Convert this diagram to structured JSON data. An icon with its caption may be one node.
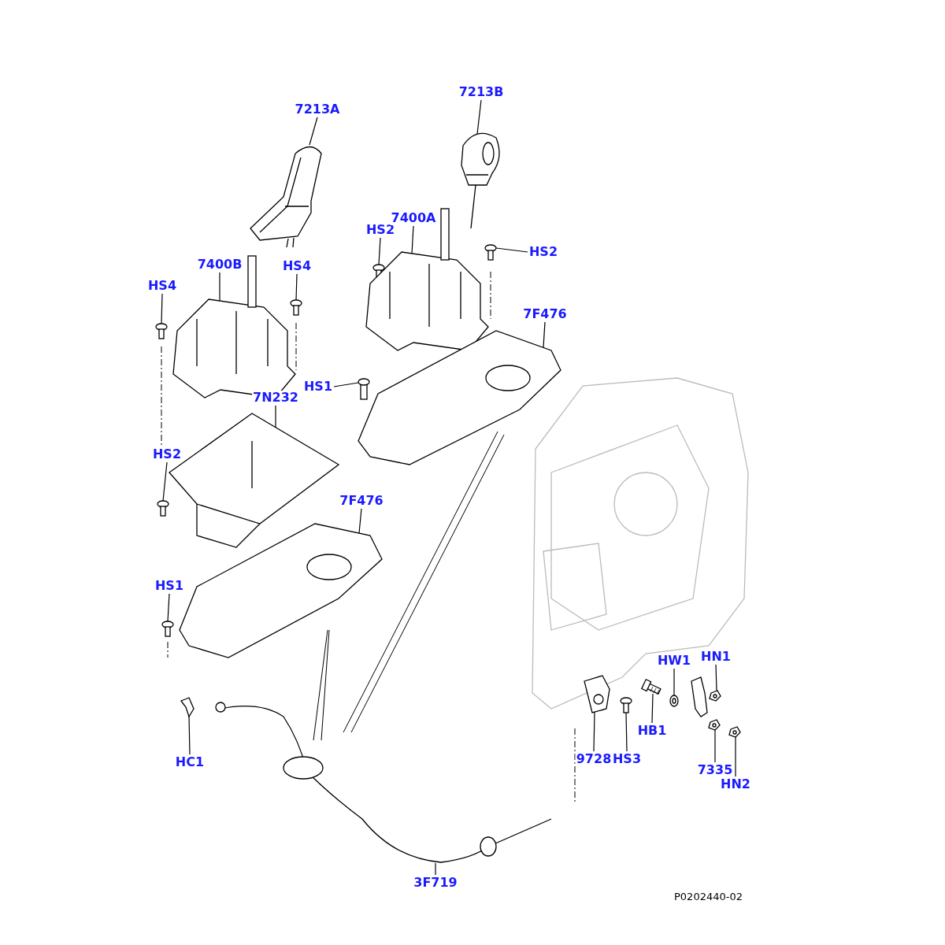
{
  "diagram": {
    "nodes": [
      {
        "text": [
          "7213A"
        ]
      },
      {
        "text": [
          "7213B"
        ]
      },
      {
        "text": [
          "HS2"
        ]
      },
      {
        "text": [
          "7400A"
        ]
      },
      {
        "text": [
          "HS2"
        ]
      },
      {
        "text": [
          "7400B"
        ]
      },
      {
        "text": [
          "HS4"
        ]
      },
      {
        "text": [
          "HS4"
        ]
      },
      {
        "text": [
          "7F476"
        ]
      },
      {
        "text": [
          "HS1"
        ]
      },
      {
        "text": [
          "7N232"
        ]
      },
      {
        "text": [
          "HS2"
        ]
      },
      {
        "text": [
          "7F476"
        ]
      },
      {
        "text": [
          "HS1"
        ]
      },
      {
        "text": [
          "HC1"
        ]
      },
      {
        "text": [
          "3F719"
        ]
      },
      {
        "text": [
          "9728"
        ]
      },
      {
        "text": [
          "HS3"
        ]
      },
      {
        "text": [
          "HB1"
        ]
      },
      {
        "text": [
          "HW1"
        ]
      },
      {
        "text": [
          "HN1"
        ]
      },
      {
        "text": [
          "7335"
        ]
      },
      {
        "text": [
          "HN2"
        ]
      },
      {
        "text": [],
        "shape": "picture"
      },
      {
        "text": [],
        "shape": "picture"
      },
      {
        "text": [],
        "shape": "picture"
      },
      {
        "text": [],
        "shape": "picture"
      },
      {
        "text": [],
        "shape": "picture"
      },
      {
        "text": [],
        "shape": "picture"
      },
      {
        "text": [],
        "shape": "picture"
      },
      {
        "text": [],
        "shape": "picture"
      },
      {
        "text": [],
        "shape": "picture"
      },
      {
        "text": [],
        "shape": "picture"
      },
      {
        "text": [],
        "shape": "picture"
      },
      {
        "text": [],
        "shape": "picture"
      },
      {
        "text": [],
        "shape": "picture"
      },
      {
        "text": [],
        "shape": "picture"
      },
      {
        "text": [],
        "shape": "picture"
      },
      {
        "text": [],
        "shape": "picture"
      },
      {
        "text": [],
        "shape": "picture"
      },
      {
        "text": [],
        "shape": "picture"
      },
      {
        "text": [],
        "shape": "picture"
      },
      {
        "text": [],
        "shape": "picture"
      },
      {
        "text": [],
        "shape": "picture"
      },
      {
        "text": [],
        "shape": "picture"
      },
      {
        "text": [],
        "shape": "picture"
      }
    ],
    "edges": [
      {
        "from": 0,
        "to": 23,
        "arrow": "none"
      },
      {
        "from": 1,
        "to": 24,
        "arrow": "none"
      },
      {
        "from": 2,
        "to": 25,
        "arrow": "none"
      },
      {
        "from": 3,
        "to": 26,
        "arrow": "none"
      },
      {
        "from": 4,
        "to": 27,
        "arrow": "none"
      },
      {
        "from": 5,
        "to": 28,
        "arrow": "none"
      },
      {
        "from": 6,
        "to": 29,
        "arrow": "none"
      },
      {
        "from": 7,
        "to": 30,
        "arrow": "none"
      },
      {
        "from": 8,
        "to": 31,
        "arrow": "none"
      },
      {
        "from": 9,
        "to": 32,
        "arrow": "none"
      },
      {
        "from": 10,
        "to": 33,
        "arrow": "none"
      },
      {
        "from": 11,
        "to": 34,
        "arrow": "none"
      },
      {
        "from": 12,
        "to": 35,
        "arrow": "none"
      },
      {
        "from": 13,
        "to": 36,
        "arrow": "none"
      },
      {
        "from": 14,
        "to": 37,
        "arrow": "none"
      },
      {
        "from": 15,
        "to": 38,
        "arrow": "none"
      },
      {
        "from": 16,
        "to": 39,
        "arrow": "none"
      },
      {
        "from": 17,
        "to": 40,
        "arrow": "none"
      },
      {
        "from": 18,
        "to": 41,
        "arrow": "none"
      },
      {
        "from": 19,
        "to": 42,
        "arrow": "none"
      },
      {
        "from": 20,
        "to": 43,
        "arrow": "none"
      },
      {
        "from": 21,
        "to": 44,
        "arrow": "none"
      },
      {
        "from": 22,
        "to": 45,
        "arrow": "none"
      }
    ],
    "labels": [
      "P0202440-02"
    ]
  }
}
